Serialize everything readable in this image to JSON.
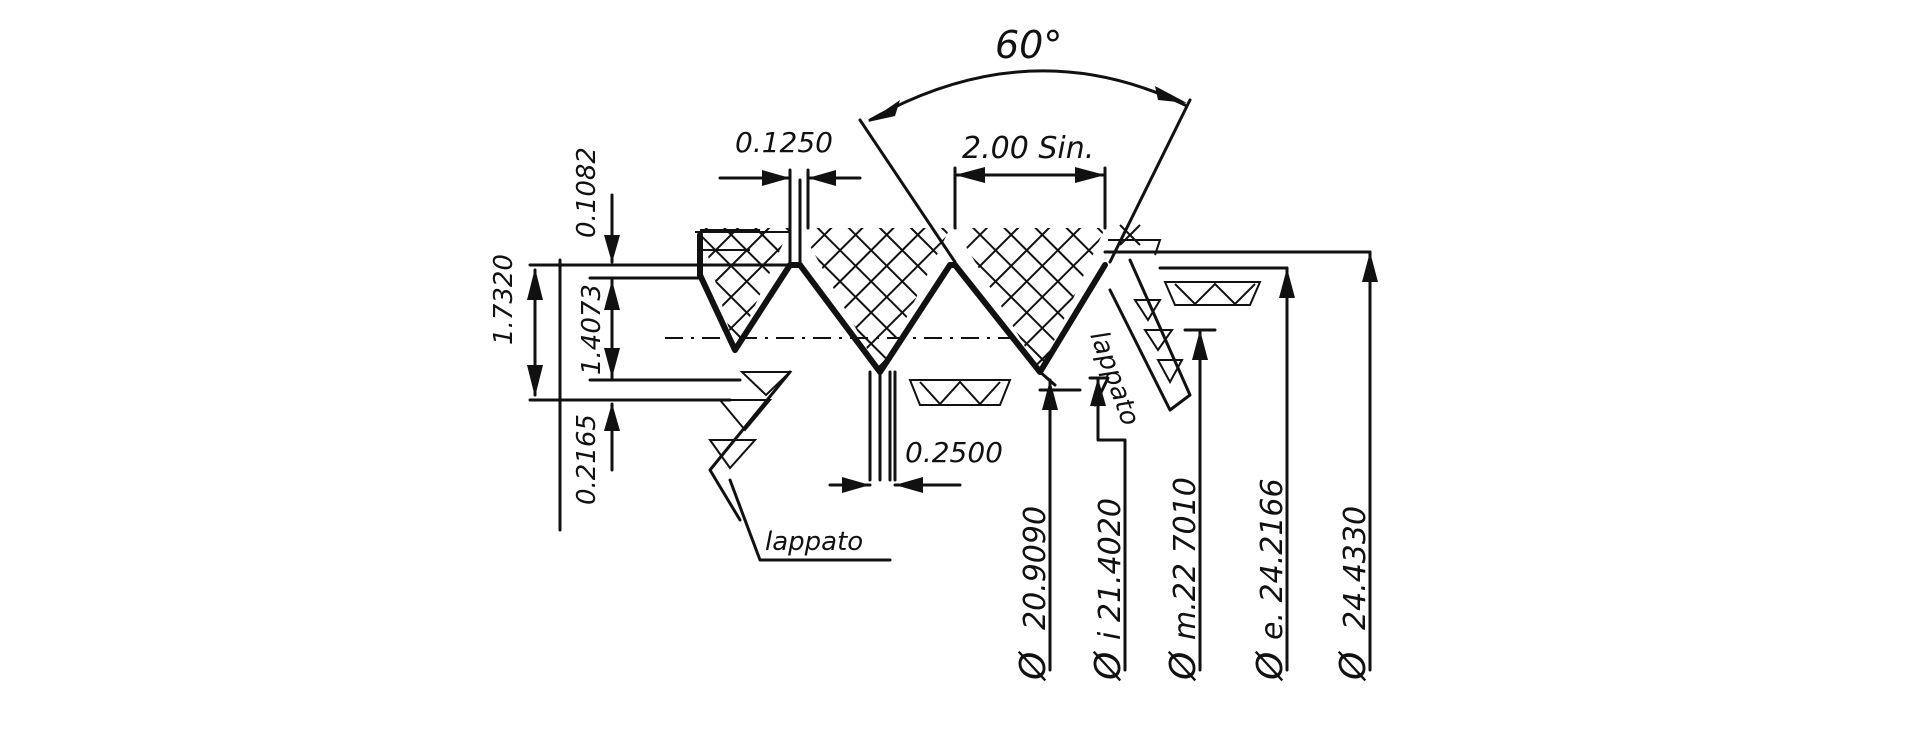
{
  "diagram": {
    "angle_label": "60°",
    "pitch_label": "2.00 Sin.",
    "crest_flat_label": "0.1250",
    "root_flat_label": "0.2500",
    "dim_top_label": "0.1082",
    "dim_total_label": "1.7320",
    "dim_engage_label": "1.4073",
    "dim_bottom_label": "0.2165",
    "note_left": "lappato",
    "note_right": "lappato",
    "diameters": [
      {
        "symbol": "Ø",
        "value": "20.9090"
      },
      {
        "symbol": "Ø",
        "value": "i 21.4020"
      },
      {
        "symbol": "Ø",
        "value": "m.22 7010"
      },
      {
        "symbol": "Ø",
        "value": "e. 24.2166"
      },
      {
        "symbol": "Ø",
        "value": "24.4330"
      }
    ]
  }
}
